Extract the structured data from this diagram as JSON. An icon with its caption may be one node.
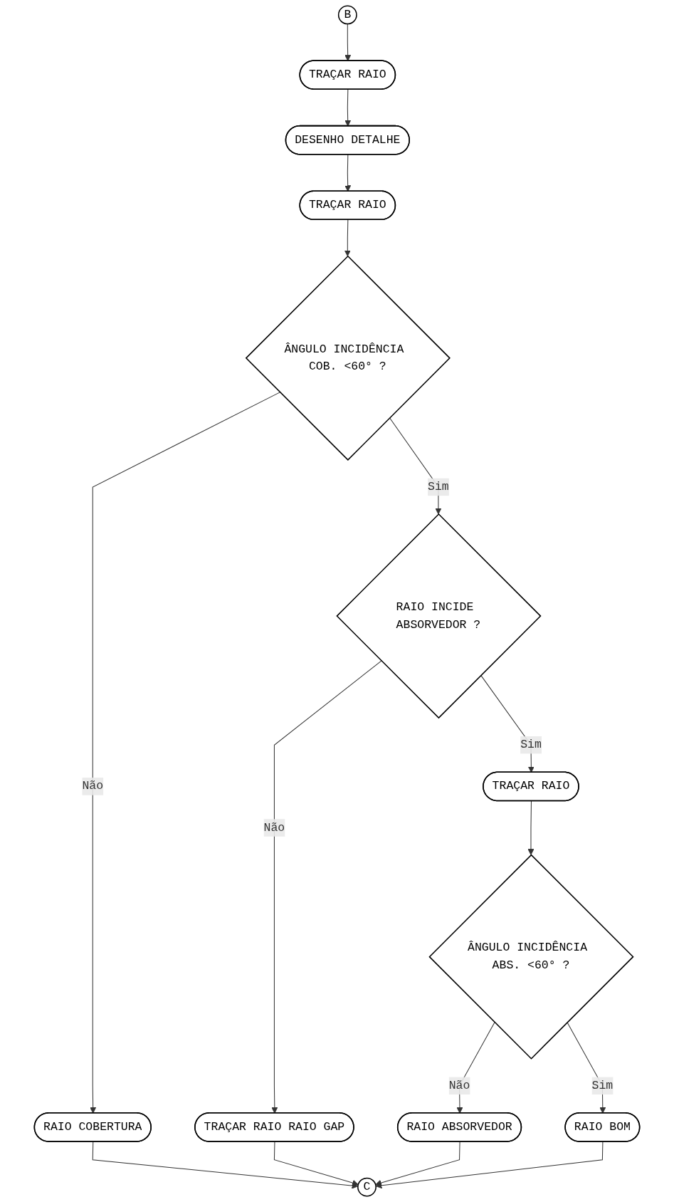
{
  "diagram": {
    "nodes": [
      {
        "text": [
          "B"
        ]
      },
      {
        "text": [
          "TRAÇAR RAIO"
        ]
      },
      {
        "text": [
          "DESENHO DETALHE"
        ]
      },
      {
        "text": [
          "TRAÇAR RAIO"
        ]
      },
      {
        "text": [
          "ÂNGULO INCIDÊNCIA COB. <60° ?"
        ]
      },
      {
        "text": [
          "RAIO COBERTURA"
        ]
      },
      {
        "text": [
          "RAIO INCIDE ABSORVEDOR ?"
        ]
      },
      {
        "text": [
          "TRAÇAR RAIO RAIO GAP"
        ]
      },
      {
        "text": [
          "TRAÇAR RAIO"
        ]
      },
      {
        "text": [
          "ÂNGULO INCIDÊNCIA ABS. <60° ?"
        ]
      },
      {
        "text": [
          "RAIO ABSORVEDOR"
        ]
      },
      {
        "text": [
          "RAIO BOM"
        ]
      },
      {
        "text": [
          "C"
        ]
      }
    ],
    "edges": [
      {
        "from": 0,
        "to": 1,
        "arrow": "to"
      },
      {
        "from": 1,
        "to": 2,
        "arrow": "to"
      },
      {
        "from": 2,
        "to": 3,
        "arrow": "to"
      },
      {
        "from": 3,
        "to": 4,
        "arrow": "to"
      },
      {
        "from": 4,
        "to": 5,
        "label": "Não",
        "arrow": "to"
      },
      {
        "from": 4,
        "to": 6,
        "label": "Sim",
        "arrow": "to"
      },
      {
        "from": 6,
        "to": 7,
        "label": "Não",
        "arrow": "to"
      },
      {
        "from": 6,
        "to": 8,
        "label": "Sim",
        "arrow": "to"
      },
      {
        "from": 8,
        "to": 9,
        "arrow": "to"
      },
      {
        "from": 9,
        "to": 10,
        "label": "Não",
        "arrow": "to"
      },
      {
        "from": 9,
        "to": 11,
        "label": "Sim",
        "arrow": "to"
      },
      {
        "from": 5,
        "to": 12,
        "arrow": "to"
      },
      {
        "from": 7,
        "to": 12,
        "arrow": "to"
      },
      {
        "from": 10,
        "to": 12,
        "arrow": "to"
      },
      {
        "from": 11,
        "to": 12,
        "arrow": "to"
      }
    ]
  }
}
